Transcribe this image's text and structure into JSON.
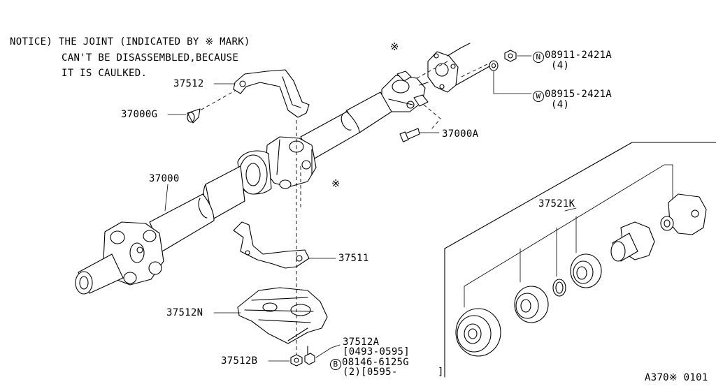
{
  "notice": {
    "line1": "NOTICE) THE JOINT (INDICATED BY ※ MARK)",
    "line2": "CAN'T BE DISASSEMBLED,BECAUSE",
    "line3": "IT IS CAULKED."
  },
  "joint_mark": "※",
  "parts": {
    "p37512": "37512",
    "p37000G": "37000G",
    "p37000": "37000",
    "p37000A": "37000A",
    "p37511": "37511",
    "p37512N": "37512N",
    "p37512B": "37512B",
    "p37512A": "37512A",
    "p37512A_range": "[0493-0595]",
    "p37521K": "37521K"
  },
  "callouts": {
    "nut": {
      "symbol": "N",
      "number": "08911-2421A",
      "qty": "(4)"
    },
    "washer": {
      "symbol": "W",
      "number": "08915-2421A",
      "qty": "(4)"
    },
    "bolt": {
      "symbol": "B",
      "number": "08146-6125G",
      "qty_range": "(2)[0595-",
      "close_bracket": "]"
    }
  },
  "diagram_code": "A370※ 0101"
}
